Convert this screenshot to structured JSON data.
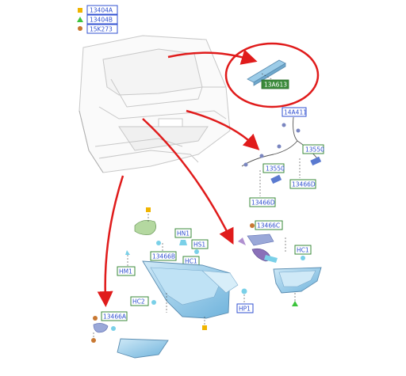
{
  "legend": [
    {
      "shape": "square",
      "color": "#f0b400",
      "code": "13404A"
    },
    {
      "shape": "triangle",
      "color": "#3cc43c",
      "code": "13404B"
    },
    {
      "shape": "circle",
      "color": "#c87832",
      "code": "15K273"
    }
  ],
  "callouts": {
    "high_mount_lamp": "13A613",
    "harness_main": "14A411",
    "bulb_right": "13550",
    "bulb_left": "13550",
    "socket_right": "13466D",
    "socket_left": "13466D",
    "socket_upper": "13466C",
    "hc1_right": "HC1",
    "hn1": "HN1",
    "hs1": "HS1",
    "hm1": "HM1",
    "socket_b": "13466B",
    "hc1_left": "HC1",
    "hc2": "HC2",
    "hp1": "HP1",
    "socket_a": "13466A"
  },
  "colors": {
    "arrow": "#e01b1b",
    "label_bg_green": "#3a8a3a",
    "label_border_blue": "#3050d0",
    "part_blue": "#8fc8e8"
  }
}
